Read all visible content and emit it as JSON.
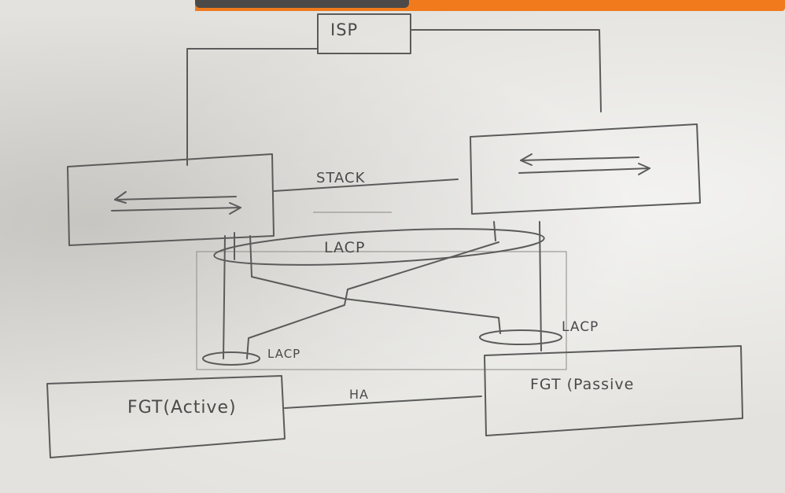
{
  "nodes": {
    "isp": "ISP",
    "fgt_active": "FGT(Active)",
    "fgt_passive": "FGT (Passive"
  },
  "links": {
    "stack": "STACK",
    "lacp_switches": "LACP",
    "lacp_active": "LACP",
    "lacp_passive": "LACP",
    "ha": "HA"
  },
  "colors": {
    "ink": "#5b5b5b",
    "paper": "#e3e2de",
    "pencil": "#f07a1c"
  }
}
